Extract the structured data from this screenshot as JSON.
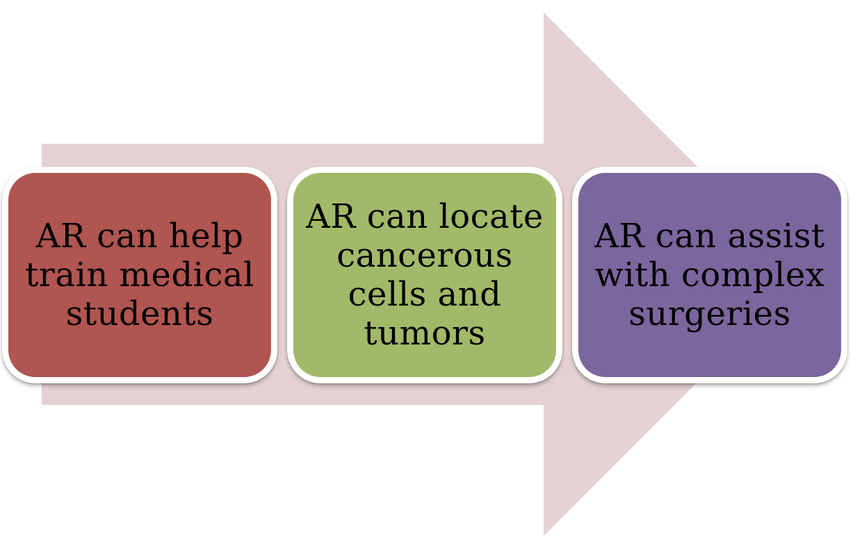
{
  "diagram": {
    "arrow_color": "#e5d1d2",
    "steps": [
      {
        "label": "AR can help\ntrain medical\nstudents",
        "color": "#b05550"
      },
      {
        "label": "AR can locate\ncancerous\ncells and\ntumors",
        "color": "#a2b969"
      },
      {
        "label": "AR can assist\nwith complex\nsurgeries",
        "color": "#7b669e"
      }
    ]
  }
}
